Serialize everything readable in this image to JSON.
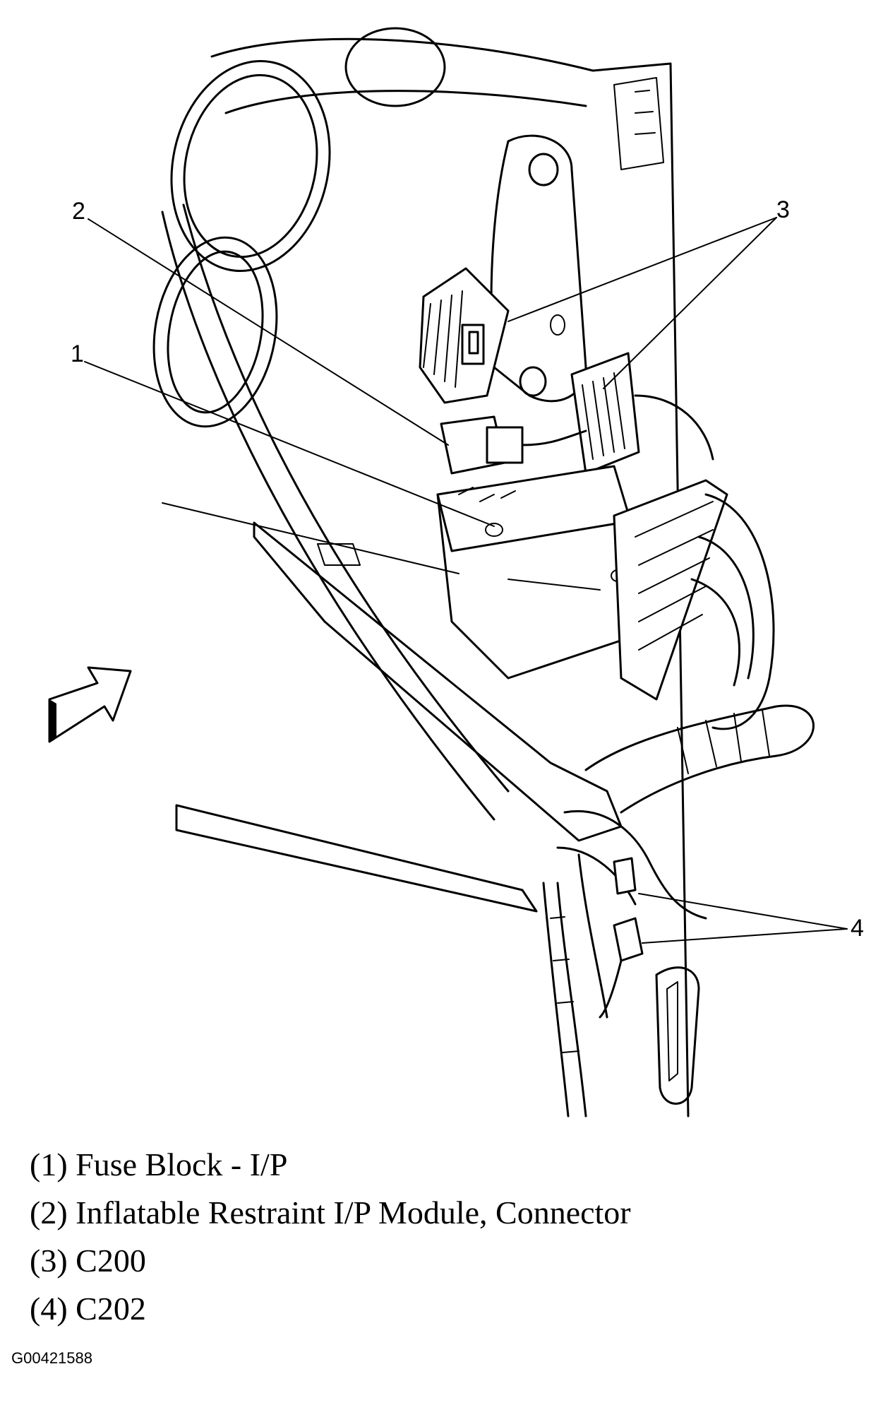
{
  "callouts": [
    "1",
    "2",
    "3",
    "4"
  ],
  "legend": [
    "(1) Fuse Block - I/P",
    "(2) Inflatable Restraint I/P Module, Connector",
    "(3) C200",
    "(4) C202"
  ],
  "figure_id": "G00421588"
}
